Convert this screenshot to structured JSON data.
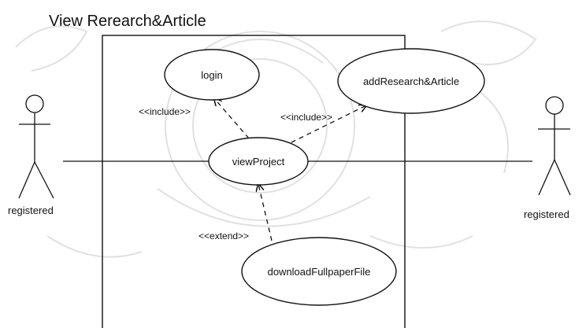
{
  "diagram": {
    "title": "View Rerearch&Article",
    "actors": [
      {
        "name": "registered"
      },
      {
        "name": "registered"
      }
    ],
    "use_cases": {
      "login": "login",
      "add_research": "addResearch&Article",
      "view_project": "viewProject",
      "download": "downloadFullpaperFile"
    },
    "relations": {
      "include_1": "<<include>>",
      "include_2": "<<include>>",
      "extend": "<<extend>>"
    }
  }
}
